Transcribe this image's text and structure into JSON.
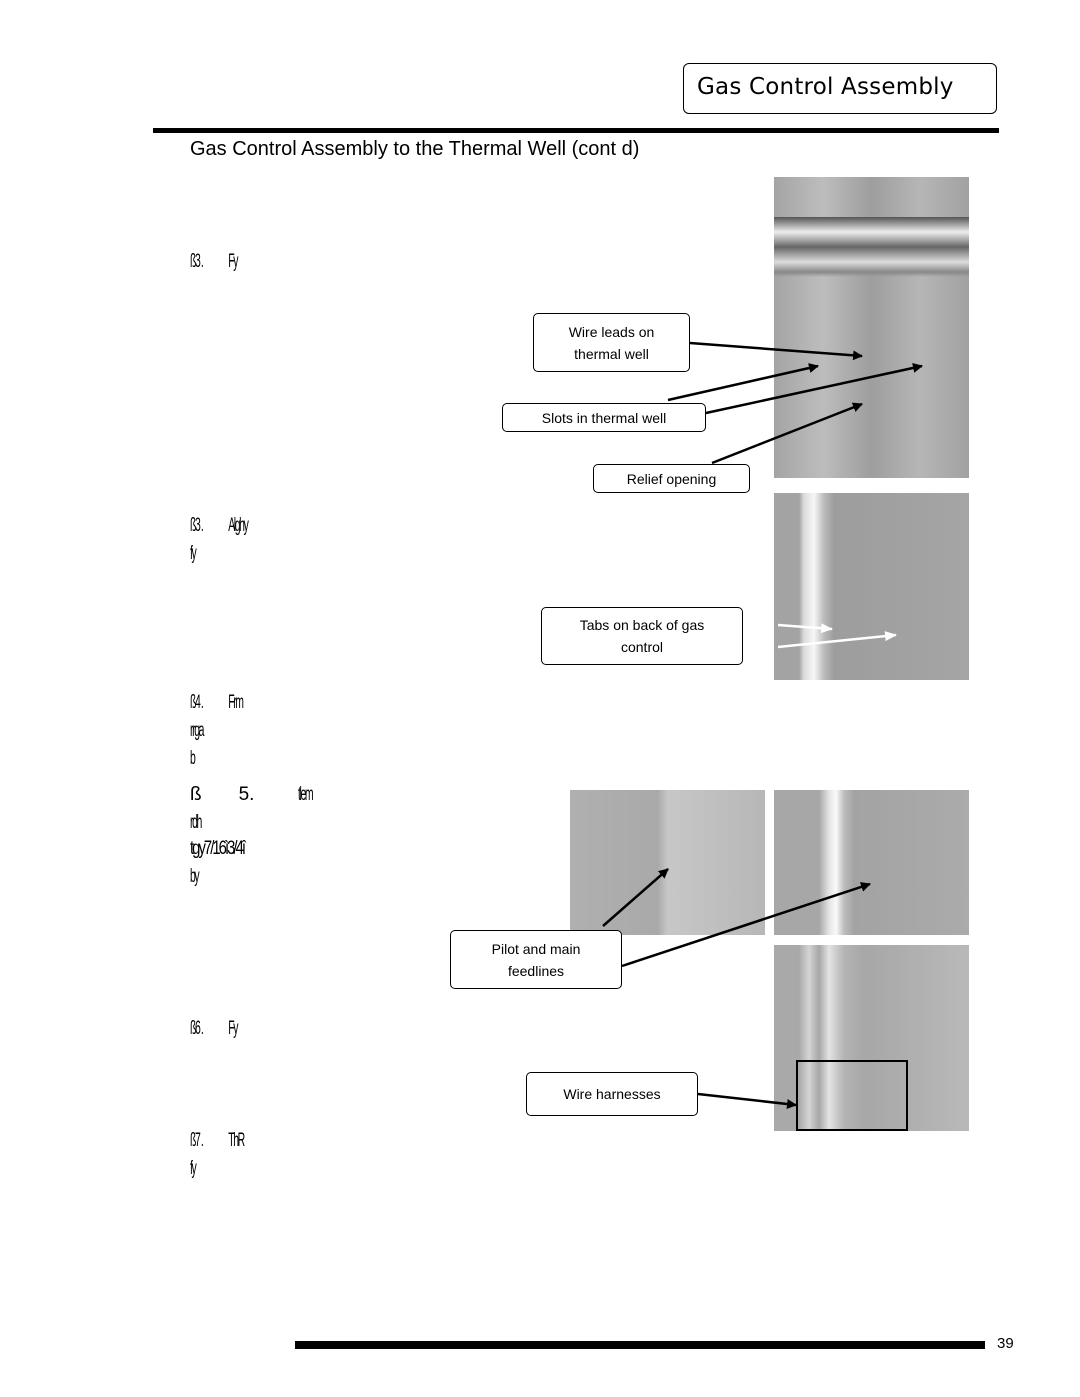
{
  "header": {
    "chapter_title": "Gas Control Assembly"
  },
  "section_title": "Gas Control Assembly to the Thermal Well (cont d)",
  "steps": [
    {
      "label": "ß",
      "number": "3."
    },
    {
      "label": "ß",
      "number": "3."
    },
    {
      "label": "ß",
      "number": "4."
    },
    {
      "label": "ß",
      "number": "5."
    },
    {
      "label": "ß",
      "number": "6."
    },
    {
      "label": "ß",
      "number": "7."
    }
  ],
  "step_fragments": {
    "step1_text": "Fy",
    "step2_text": "Alghy",
    "step2_line2": "fy",
    "step3_text": "Frm",
    "step3_line2": "rrga",
    "step3_line3": "b",
    "step4_text": "tlem",
    "step4_line2": "rdh",
    "step4_line3": "tgy7/16ì3/4î",
    "step4_line4": "by",
    "step5_text": "Fy",
    "step6_text": "ThR",
    "step6_line2": "fy"
  },
  "callouts": {
    "wire_leads": {
      "line1": "Wire leads on",
      "line2": "thermal well"
    },
    "slots": "Slots in thermal well",
    "relief": "Relief opening",
    "tabs": {
      "line1": "Tabs on back of gas",
      "line2": "control"
    },
    "feedlines": {
      "line1": "Pilot and main",
      "line2": "feedlines"
    },
    "harnesses": "Wire harnesses"
  },
  "footer": {
    "page_number": "39"
  }
}
